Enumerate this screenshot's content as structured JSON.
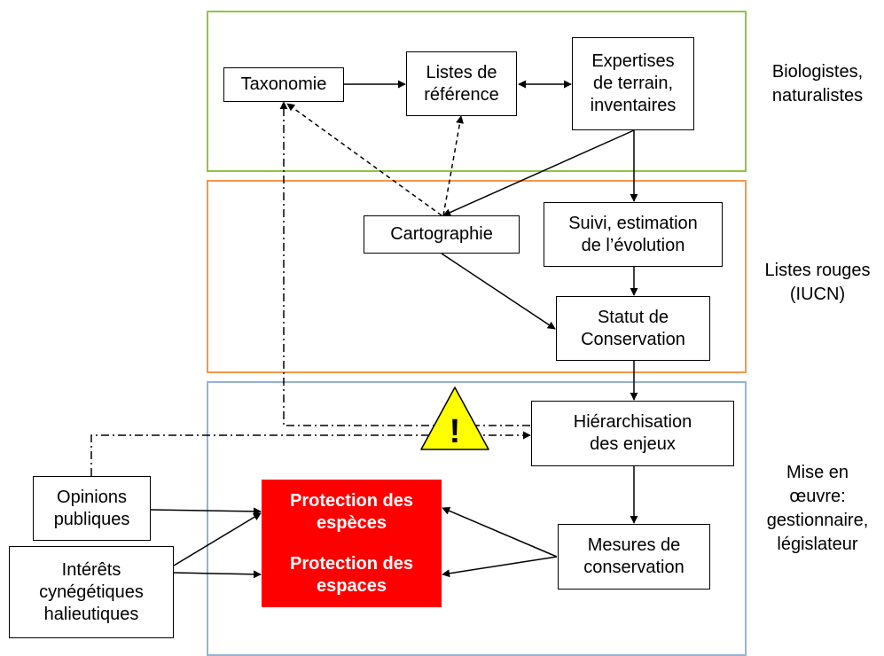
{
  "colors": {
    "biologists_border": "#8dc63f",
    "red_lists_border": "#f79646",
    "implementation_border": "#95b3d7",
    "protection_fill": "#ff0000",
    "warning_fill": "#ffff00"
  },
  "side_labels": {
    "biologists": "Biologistes,\nnaturalistes",
    "red_lists": "Listes rouges\n(IUCN)",
    "implementation": "Mise en\nœuvre:\ngestionnaire,\nlégislateur"
  },
  "nodes": {
    "taxonomie": "Taxonomie",
    "listes_reference": "Listes de\nréférence",
    "expertises": "Expertises\nde terrain,\ninventaires",
    "cartographie": "Cartographie",
    "suivi": "Suivi, estimation\nde l’évolution",
    "statut": "Statut de\nConservation",
    "hierarchisation": "Hiérarchisation\ndes enjeux",
    "opinions": "Opinions\npubliques",
    "interets": "Intérêts\ncynégétiques\nhalieutiques",
    "protection_especes": "Protection des\nespèces",
    "protection_espaces": "Protection des\nespaces",
    "mesures": "Mesures de\nconservation"
  },
  "warning": {
    "icon": "warning-triangle-icon",
    "symbol": "!"
  }
}
